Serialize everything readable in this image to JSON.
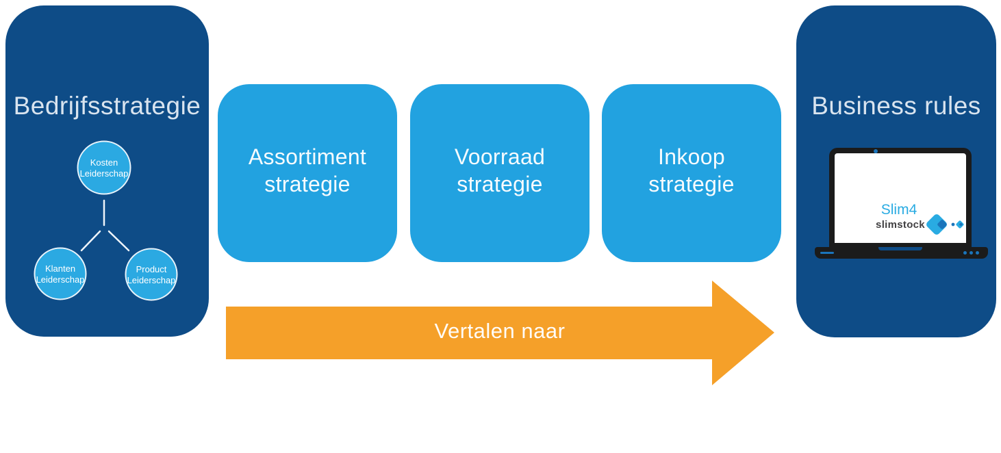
{
  "colors": {
    "dark_blue": "#0E4C87",
    "light_blue": "#22A2E0",
    "circle_blue": "#2BA9E2",
    "orange": "#F5A029",
    "title_text": "#D9E4EF",
    "logo_blue": "#29ABE2",
    "logo_dark_blue": "#1B75BB",
    "laptop_frame": "#1B1B1B",
    "brand_text": "#414042"
  },
  "left_panel": {
    "title": "Bedrijfsstrategie",
    "org_chart": {
      "root": {
        "line1": "Kosten",
        "line2": "Leiderschap"
      },
      "child1": {
        "line1": "Klanten",
        "line2": "Leiderschap"
      },
      "child2": {
        "line1": "Product",
        "line2": "Leiderschap"
      }
    }
  },
  "strategy_boxes": [
    {
      "line1": "Assortiment",
      "line2": "strategie"
    },
    {
      "line1": "Voorraad",
      "line2": "strategie"
    },
    {
      "line1": "Inkoop",
      "line2": "strategie"
    }
  ],
  "arrow": {
    "label": "Vertalen naar"
  },
  "right_panel": {
    "title": "Business rules",
    "screen": {
      "product": "Slim4",
      "brand": "slimstock"
    }
  }
}
